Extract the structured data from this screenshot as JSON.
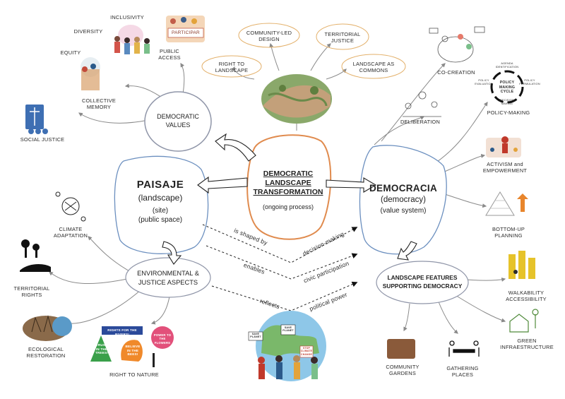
{
  "center": {
    "title": "DEMOCRATIC\nLANDSCAPE\nTRANSFORMATION",
    "subtitle": "(ongoing process)"
  },
  "paisaje": {
    "title": "PAISAJE",
    "sub1": "(landscape)",
    "sub2": "(site)\n(public space)"
  },
  "democracia": {
    "title": "DEMOCRACIA",
    "sub1": "(democracy)",
    "sub2": "(value system)"
  },
  "democratic_values": {
    "title": "DEMOCRATIC\nVALUES"
  },
  "environmental": {
    "title": "ENVIRONMENTAL &\nJUSTICE ASPECTS"
  },
  "landscape_features": {
    "title": "LANDSCAPE FEATURES\nSUPPORTING DEMOCRACY"
  },
  "top_bubbles": [
    "COMMUNITY-LED\nDESIGN",
    "TERRITORIAL\nJUSTICE",
    "RIGHT TO\nLANDSCAPE",
    "LANDSCAPE AS\nCOMMONS"
  ],
  "values_items": [
    "INCLUSIVITY",
    "DIVERSITY",
    "EQUITY",
    "PUBLIC\nACCESS",
    "COLLECTIVE\nMEMORY",
    "SOCIAL JUSTICE"
  ],
  "participar_sign": "PARTICIPAR",
  "env_items": [
    "CLIMATE\nADAPTATION",
    "TERRITORIAL\nRIGHTS",
    "ECOLOGICAL\nRESTORATION",
    "RIGHT TO NATURE"
  ],
  "nature_signs": [
    "RIGHTS FOR THE RIVERS!",
    "TRUST\nIN THE\nTREES!",
    "BELIEVE\nIN THE BEES!",
    "POWER TO THE\nFLOWERS"
  ],
  "democracy_items": [
    "CO-CREATION",
    "DELIBERATION",
    "POLICY-MAKING",
    "ACTIVISM and\nEMPOWERMENT",
    "BOTTOM-UP\nPLANNING"
  ],
  "policy_cycle": {
    "center": "POLICY\nMAKING\nCYCLE",
    "stages": [
      "AGENDA\nIDENTIFICATION",
      "POLICY\nFORMULATION",
      "DECISION\nMAKING",
      "POLICY\nEVALUATION"
    ]
  },
  "feature_items": [
    "WALKABILITY\nACCESSIBILITY",
    "GREEN\nINFRAESTRUCTURE",
    "GATHERING\nPLACES",
    "COMMUNITY\nGARDENS"
  ],
  "relations": [
    "is shaped by",
    "enables",
    "reflects",
    "decision-making",
    "civic participation",
    "political power"
  ],
  "protest_signs": [
    "SAVE\nPLANET",
    "SAVE\nPLANET",
    "STOP\nCLIMATE\nCHANGE"
  ],
  "colors": {
    "center_ring": "#e08b4e",
    "paisaje_ring": "#6b8fbf",
    "democracia_ring": "#6b8fbf",
    "bubble_ring": "#e3b06a",
    "arrow": "#8a8a8a",
    "orange_accent": "#e8852c"
  }
}
